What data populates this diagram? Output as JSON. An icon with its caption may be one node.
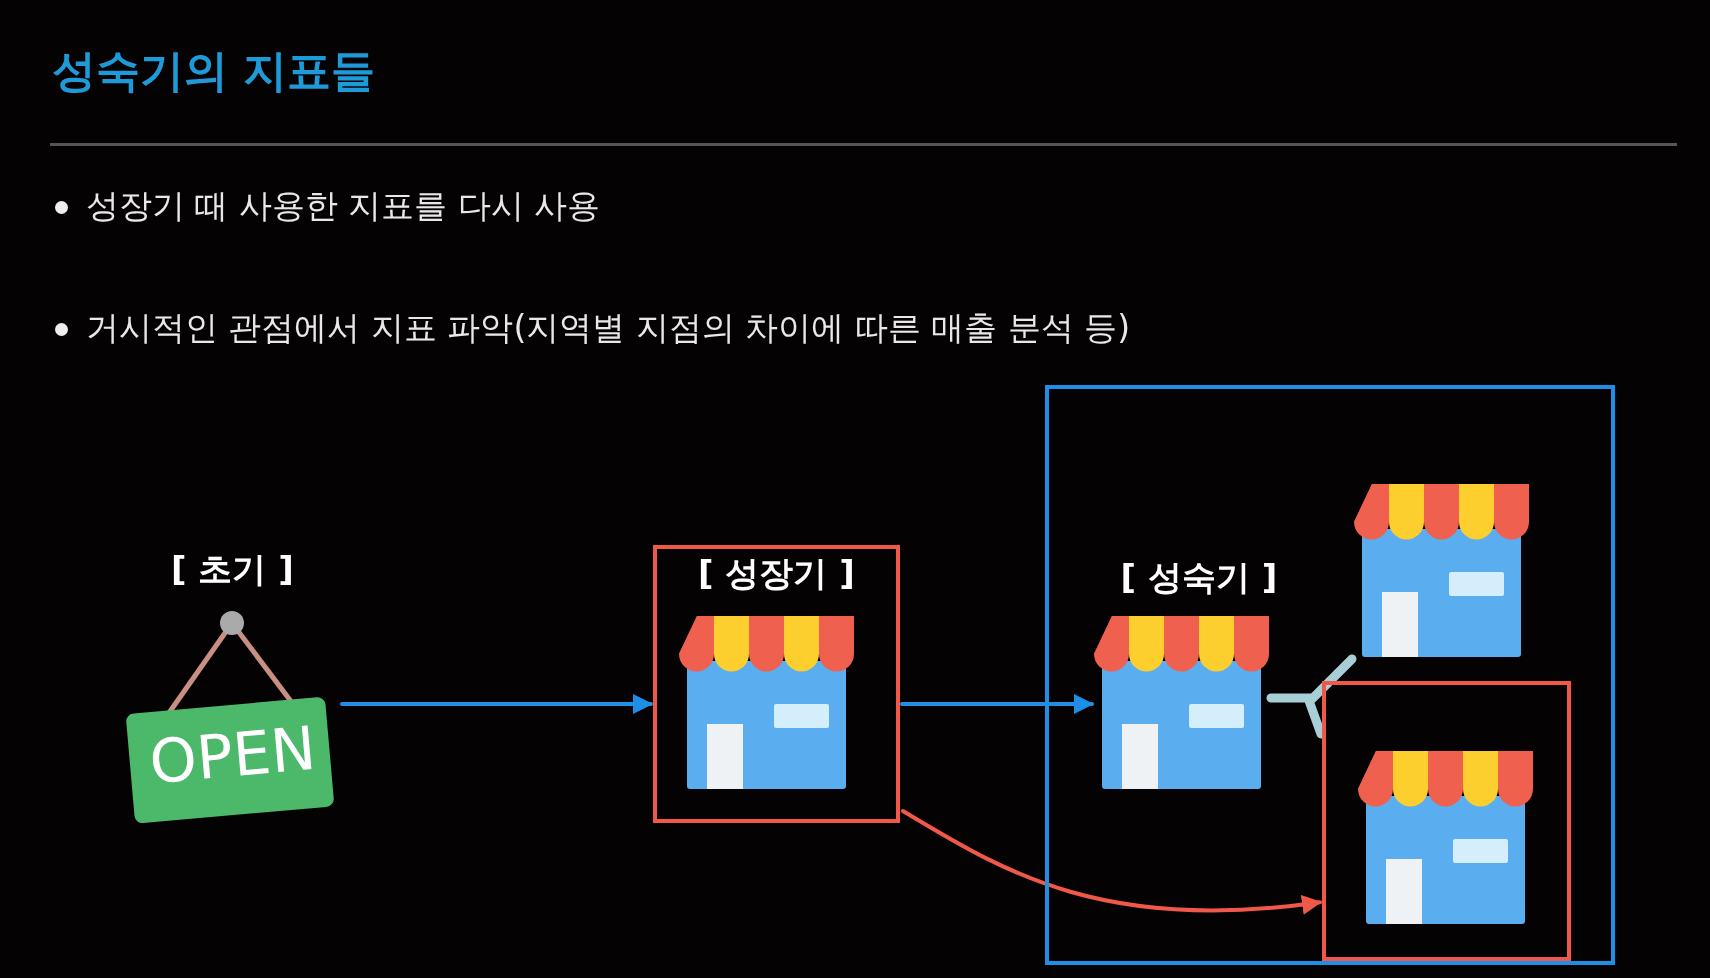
{
  "diagram": {
    "title": "성숙기의 지표들",
    "nodes": [
      {
        "text": [
          "OPEN"
        ],
        "beside": [
          "[ 초기 ]"
        ]
      },
      {
        "text": [
          "[ 성장기 ]"
        ]
      },
      {
        "text": [],
        "shape": "picture",
        "in": 1
      },
      {
        "text": [
          "[ 성숙기 ]"
        ]
      },
      {
        "text": [],
        "shape": "picture",
        "in": 3
      },
      {
        "text": [],
        "shape": "picture",
        "in": 3
      },
      {
        "text": [],
        "shape": "box",
        "in": 3
      },
      {
        "text": [],
        "shape": "picture",
        "in": 6
      }
    ],
    "edges": [
      {
        "from": 0,
        "to": 1,
        "arrow": "to"
      },
      {
        "from": 1,
        "to": 4,
        "arrow": "to"
      },
      {
        "from": 1,
        "to": 6,
        "arrow": "to",
        "color": "#f0584a"
      },
      {
        "from": 4,
        "to": 5,
        "arrow": "none",
        "style": "thick",
        "color": "#a9cfd6"
      },
      {
        "from": 4,
        "to": 6,
        "arrow": "none",
        "style": "thick",
        "color": "#a9cfd6"
      }
    ],
    "labels": [
      "성장기 때 사용한 지표를 다시 사용",
      "거시적인 관점에서 지표 파악(지역별 지점의 차이에 따른 매출 분석 등)"
    ]
  }
}
